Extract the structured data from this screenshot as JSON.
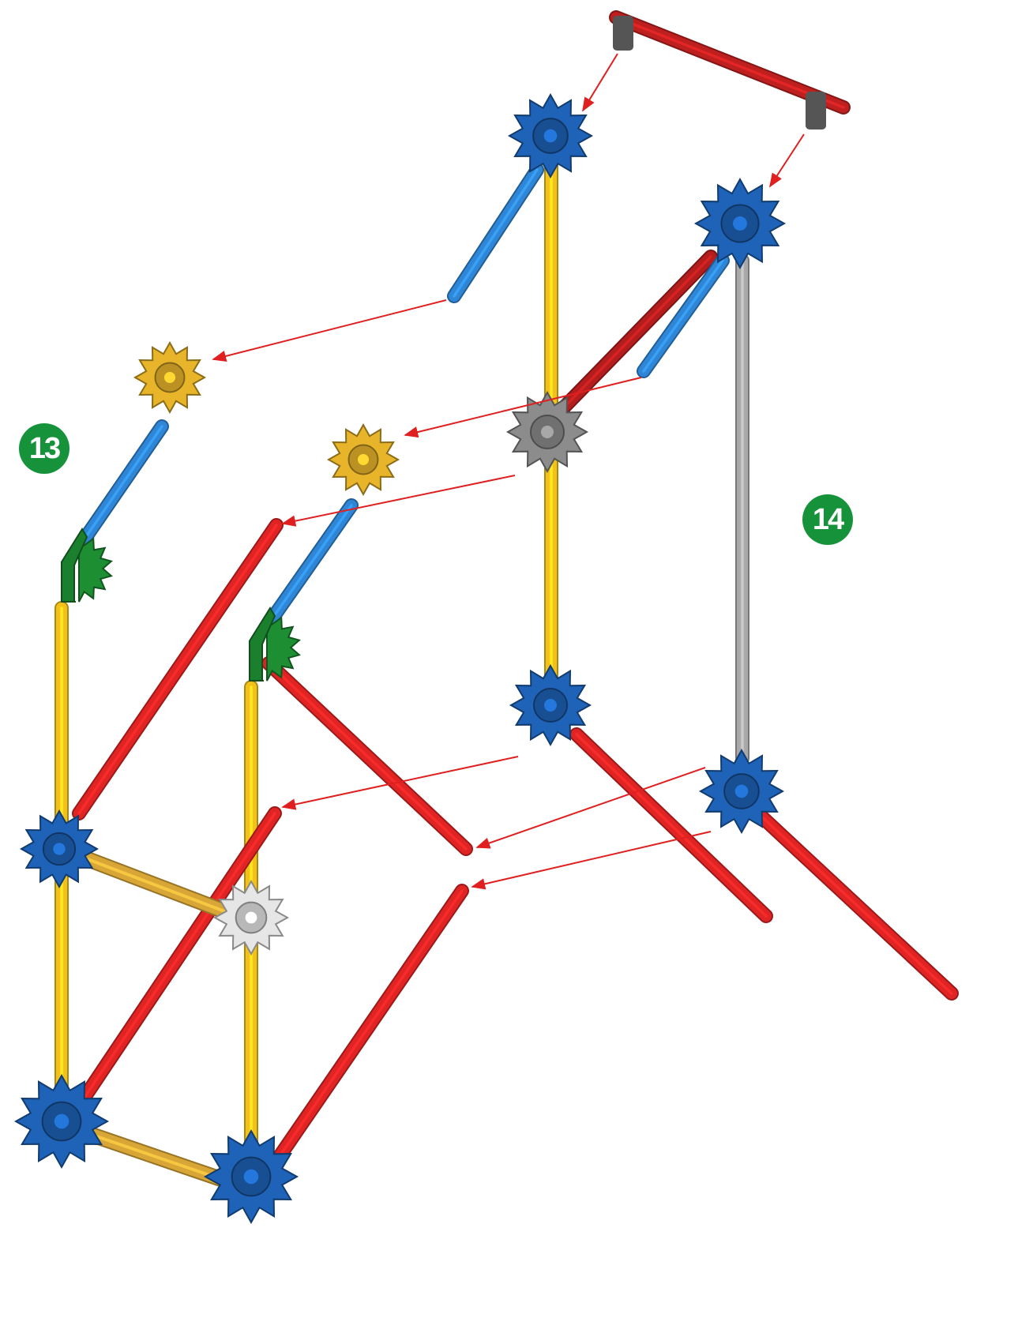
{
  "steps": [
    {
      "number": "13"
    },
    {
      "number": "14"
    }
  ],
  "colors": {
    "rod_yellow": "#f2c21b",
    "rod_red": "#e02424",
    "rod_blue": "#2f86d6",
    "rod_gray": "#a9a9a9",
    "rod_gold": "#d8a636",
    "connector_blue": "#1e63b8",
    "connector_yellow": "#e8b52a",
    "connector_green": "#1e8e32",
    "connector_gray": "#8c8c8c",
    "connector_white": "#e6e6e6",
    "arrow": "#e02020",
    "badge": "#16923b"
  },
  "parts": {
    "rods": [
      "yellow-rod",
      "red-rod",
      "blue-rod",
      "gray-rod",
      "gold-rod",
      "dark-red-rod"
    ],
    "connectors": [
      "blue-connector",
      "yellow-connector",
      "green-connector",
      "gray-connector",
      "white-connector"
    ]
  }
}
